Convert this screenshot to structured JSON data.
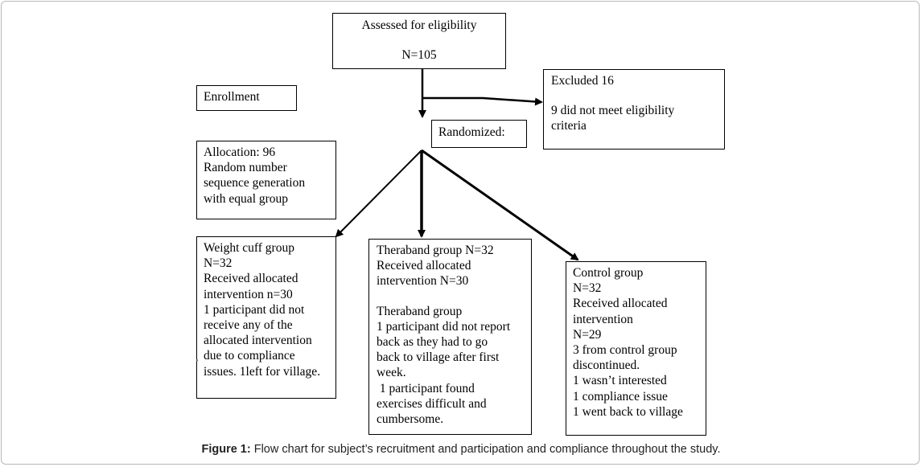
{
  "assessed": {
    "title": "Assessed for eligibility",
    "count": "N=105"
  },
  "enrollment": {
    "label": "Enrollment"
  },
  "excluded": {
    "title": "Excluded 16",
    "detail_1": "9 did not meet eligibility",
    "detail_2": "criteria"
  },
  "randomized": {
    "label": "Randomized:"
  },
  "allocation": {
    "lines": [
      "Allocation: 96",
      "Random number",
      "sequence generation",
      "with equal group"
    ]
  },
  "weight_cuff": {
    "lines": [
      "Weight cuff group",
      "N=32",
      "Received allocated",
      "intervention n=30",
      "1 participant did not",
      "receive any of the",
      "allocated intervention",
      "due to compliance",
      "issues. 1left for village."
    ]
  },
  "theraband": {
    "lines": [
      "Theraband group N=32",
      "Received allocated",
      "intervention N=30",
      "",
      "Theraband group",
      "1 participant did not report",
      "back as they had to go",
      "back to village after first",
      "week.",
      " 1 participant found",
      "exercises difficult and",
      "cumbersome."
    ]
  },
  "control": {
    "lines": [
      "Control group",
      "N=32",
      "Received allocated",
      "intervention",
      "N=29",
      "3 from control group",
      "discontinued.",
      "1 wasn’t interested",
      "1 compliance issue",
      "1 went back to village"
    ]
  },
  "caption": {
    "label": "Figure 1:",
    "text": " Flow chart for subject’s recruitment and participation and compliance throughout the study."
  },
  "stray_mark": "•"
}
